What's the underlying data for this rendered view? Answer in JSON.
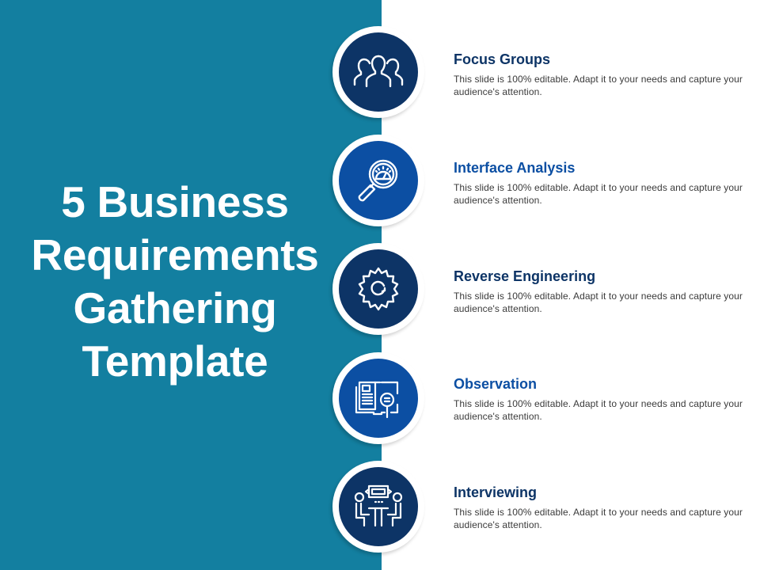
{
  "slide": {
    "title_lines": [
      "5 Business",
      "Requirements",
      "Gathering",
      "Template"
    ],
    "colors": {
      "panel": "#137fa0",
      "navy": "#0d3466",
      "blue": "#0c4fa3",
      "text": "#3a3a3a"
    }
  },
  "items": [
    {
      "title": "Focus Groups",
      "desc": "This slide is 100% editable. Adapt it to your needs and capture your audience's  attention.",
      "icon": "people-group-icon",
      "color": "#0d3466"
    },
    {
      "title": "Interface Analysis",
      "desc": "This slide is 100% editable. Adapt it to your needs and capture your audience's  attention.",
      "icon": "magnifier-gauge-icon",
      "color": "#0c4fa3"
    },
    {
      "title": "Reverse Engineering",
      "desc": "This slide is 100% editable. Adapt it to your needs and capture your audience's  attention.",
      "icon": "gear-refresh-icon",
      "color": "#0d3466"
    },
    {
      "title": "Observation",
      "desc": "This slide is 100% editable. Adapt it to your needs and capture your audience's  attention.",
      "icon": "book-magnifier-icon",
      "color": "#0c4fa3"
    },
    {
      "title": "Interviewing",
      "desc": "This slide is 100% editable. Adapt it to your needs and capture your audience's  attention.",
      "icon": "interview-table-icon",
      "color": "#0d3466"
    }
  ]
}
